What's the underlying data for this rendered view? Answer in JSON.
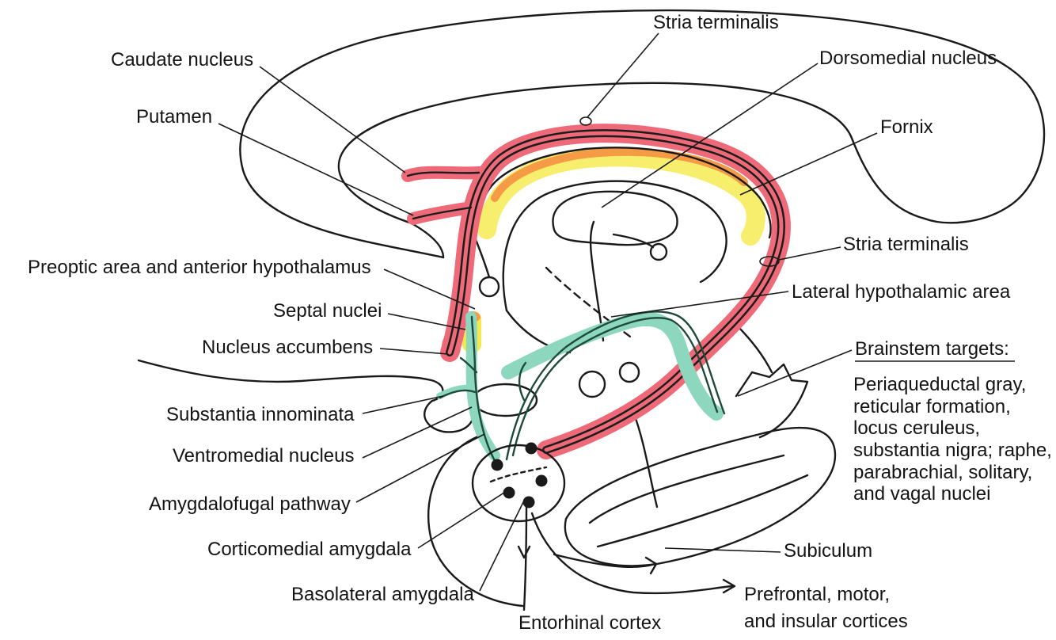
{
  "labels": {
    "stria_terminalis_top": "Stria terminalis",
    "caudate_nucleus": "Caudate nucleus",
    "dorsomedial_nucleus": "Dorsomedial nucleus",
    "putamen": "Putamen",
    "fornix": "Fornix",
    "stria_terminalis_right": "Stria terminalis",
    "preoptic_area": "Preoptic area and anterior hypothalamus",
    "lateral_hypothalamic_area": "Lateral hypothalamic area",
    "septal_nuclei": "Septal nuclei",
    "nucleus_accumbens": "Nucleus accumbens",
    "brainstem_targets_heading": "Brainstem targets:",
    "brainstem_targets_lines": [
      "Periaqueductal gray,",
      "reticular formation,",
      "locus ceruleus,",
      "substantia nigra; raphe,",
      "parabrachial, solitary,",
      "and vagal nuclei"
    ],
    "substantia_innominata": "Substantia innominata",
    "ventromedial_nucleus": "Ventromedial nucleus",
    "amygdalofugal_pathway": "Amygdalofugal pathway",
    "corticomedial_amygdala": "Corticomedial amygdala",
    "subiculum": "Subiculum",
    "basolateral_amygdala": "Basolateral amygdala",
    "cortices_lines": [
      "Prefrontal, motor,",
      "and insular cortices"
    ],
    "entorhinal_cortex": "Entorhinal cortex"
  },
  "colors": {
    "outline": "#1a1a1a",
    "stria_band": "#ee6a78",
    "stria_tube": "#1c1c1c",
    "fornix_yellow": "#f6ee6c",
    "fornix_orange": "#f59a45",
    "septal_yellow": "#f5e84a",
    "amygdalofugal_band": "#8ed7bf",
    "amygdalofugal_line": "#1f4a3b",
    "nucleus_dot": "#1a1a1a"
  }
}
